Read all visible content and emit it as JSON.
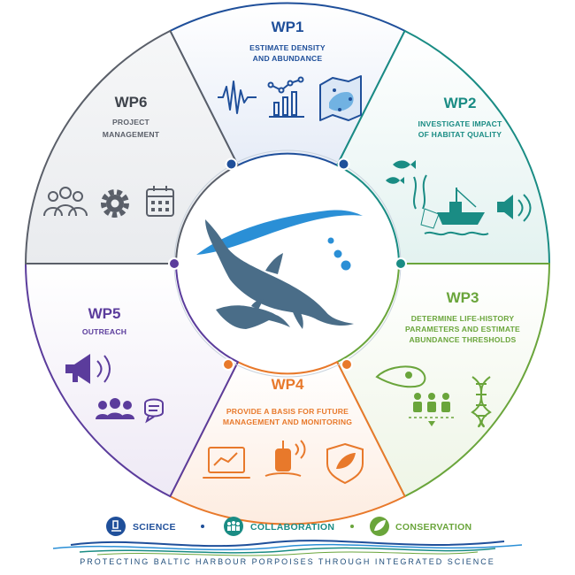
{
  "colors": {
    "wp1": "#1f4f9a",
    "wp2": "#1a8c84",
    "wp3": "#6aa53b",
    "wp4": "#e8792b",
    "wp5": "#5b3c9c",
    "wp6": "#5a5f69",
    "whale": "#4a6d88",
    "water": "#2a8fd6"
  },
  "work_packages": [
    {
      "id": "wp1",
      "title": "WP1",
      "description": [
        "ESTIMATE DENSITY",
        "AND ABUNDANCE"
      ],
      "icons": [
        "acoustic-waveform-icon",
        "bar-chart-icon",
        "density-map-icon"
      ]
    },
    {
      "id": "wp2",
      "title": "WP2",
      "description": [
        "INVESTIGATE IMPACT",
        "OF HABITAT QUALITY"
      ],
      "icons": [
        "fish-icon",
        "seaweed-icon",
        "fishing-vessel-icon",
        "underwater-noise-icon"
      ]
    },
    {
      "id": "wp3",
      "title": "WP3",
      "description": [
        "DETERMINE LIFE-HISTORY",
        "PARAMETERS AND ESTIMATE",
        "ABUNDANCE THRESHOLDS"
      ],
      "icons": [
        "porpoise-skull-icon",
        "population-icon",
        "dna-icon"
      ]
    },
    {
      "id": "wp4",
      "title": "WP4",
      "description": [
        "PROVIDE A BASIS FOR FUTURE",
        "MANAGEMENT AND MONITORING"
      ],
      "icons": [
        "laptop-chart-icon",
        "acoustic-buoy-icon",
        "shield-leaf-icon"
      ]
    },
    {
      "id": "wp5",
      "title": "WP5",
      "description": [
        "OUTREACH"
      ],
      "icons": [
        "megaphone-icon",
        "group-icon",
        "chat-bubble-icon"
      ]
    },
    {
      "id": "wp6",
      "title": "WP6",
      "description": [
        "PROJECT",
        "MANAGEMENT"
      ],
      "icons": [
        "team-icon",
        "gear-icon",
        "calendar-icon"
      ]
    }
  ],
  "pillars": [
    {
      "label": "SCIENCE",
      "icon": "microscope-icon",
      "color": "#1f4f9a"
    },
    {
      "label": "COLLABORATION",
      "icon": "people-icon",
      "color": "#1a8c84"
    },
    {
      "label": "CONSERVATION",
      "icon": "leaf-icon",
      "color": "#6aa53b"
    }
  ],
  "tagline": "PROTECTING BALTIC HARBOUR PORPOISES THROUGH INTEGRATED SCIENCE"
}
